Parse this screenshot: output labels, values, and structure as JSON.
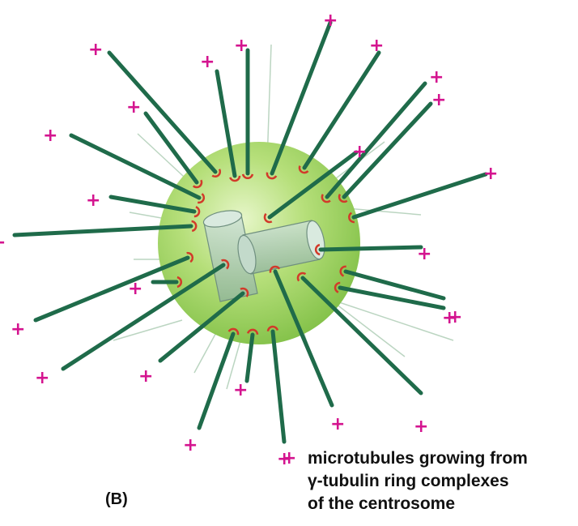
{
  "figure": {
    "panel_label": "(B)",
    "plus_symbol": "+",
    "legend_lines": [
      "microtubules growing from",
      "γ-tubulin ring complexes",
      "of the centrosome"
    ]
  },
  "colors": {
    "microtubule": "#1f6b4a",
    "plus_end": "#d4148f",
    "ring_complex": "#d23a2a",
    "centrosome_matrix": "#9bd05a",
    "centriole": "#a9c7b4"
  }
}
